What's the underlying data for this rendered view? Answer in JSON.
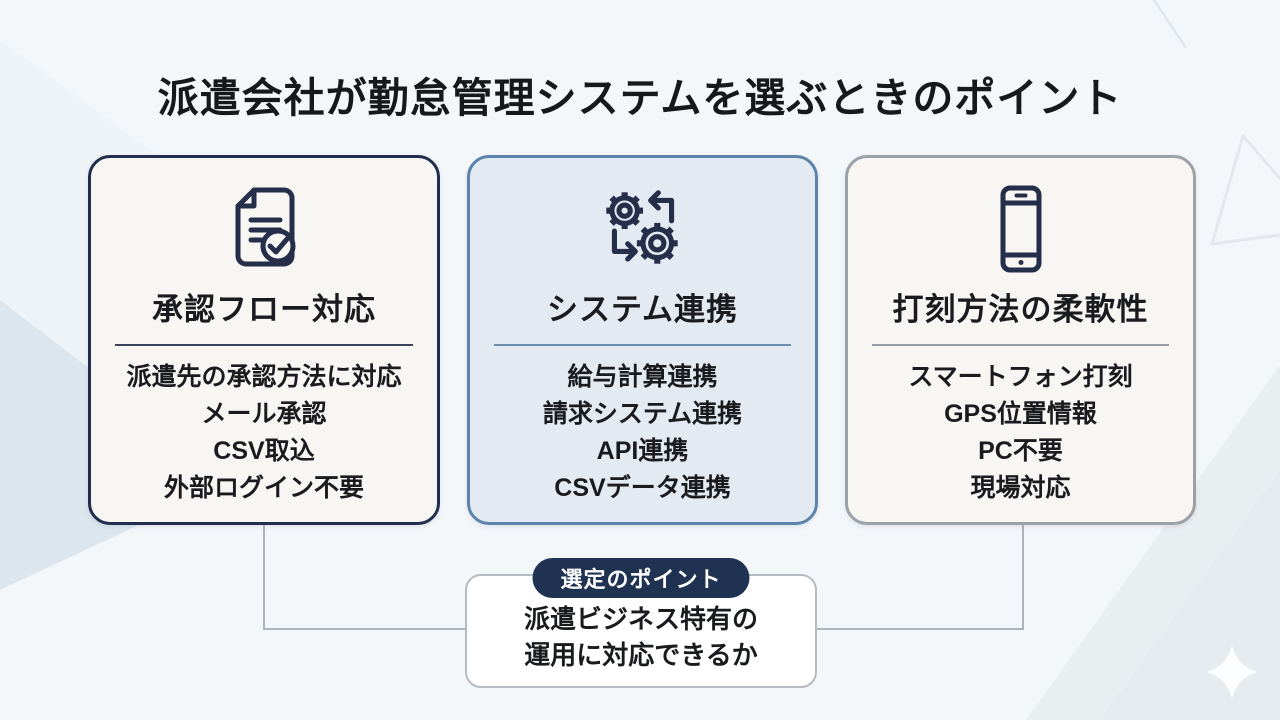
{
  "title": "派遣会社が勤怠管理システムを選ぶときのポイント",
  "cards": [
    {
      "icon": "document-check-icon",
      "title": "承認フロー対応",
      "items": [
        "派遣先の承認方法に対応",
        "メール承認",
        "CSV取込",
        "外部ログイン不要"
      ],
      "border_color": "#232e4e",
      "bg_color": "#f7f6f3"
    },
    {
      "icon": "gears-sync-icon",
      "title": "システム連携",
      "items": [
        "給与計算連携",
        "請求システム連携",
        "API連携",
        "CSVデータ連携"
      ],
      "border_color": "#5d83aa",
      "bg_color": "#e3eaf2"
    },
    {
      "icon": "smartphone-icon",
      "title": "打刻方法の柔軟性",
      "items": [
        "スマートフォン打刻",
        "GPS位置情報",
        "PC不要",
        "現場対応"
      ],
      "border_color": "#9ba1a7",
      "bg_color": "#f7f6f3"
    }
  ],
  "summary": {
    "badge": "選定のポイント",
    "badge_color": "#203252",
    "line1": "派遣ビジネス特有の",
    "line2": "運用に対応できるか"
  },
  "colors": {
    "background": "#f3f7fa",
    "text": "#1a1b1f",
    "connector": "#aeb4ba"
  }
}
